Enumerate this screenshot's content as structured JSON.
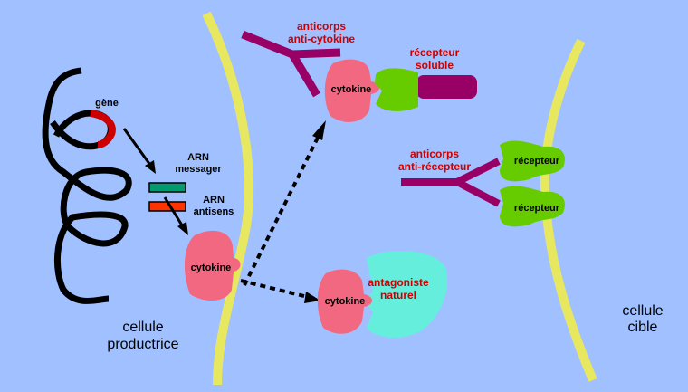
{
  "labels": {
    "gene": "gène",
    "mrna": [
      "ARN",
      "messager"
    ],
    "antisense": [
      "ARN",
      "antisens"
    ],
    "cytokine_producer": "cytokine",
    "cytokine_top": "cytokine",
    "cytokine_bottom": "cytokine",
    "anti_cytokine_antibody": [
      "anticorps",
      "anti-cytokine"
    ],
    "soluble_receptor": [
      "récepteur",
      "soluble"
    ],
    "anti_receptor_antibody": [
      "anticorps",
      "anti-récepteur"
    ],
    "receptor_1": "récepteur",
    "receptor_2": "récepteur",
    "natural_antagonist": [
      "antagoniste",
      "naturel"
    ],
    "producer_cell": [
      "cellule",
      "productrice"
    ],
    "target_cell": [
      "cellule",
      "cible"
    ]
  },
  "colors": {
    "background": "#a0c0ff",
    "membrane": "#e8e860",
    "cytokine": "#f26880",
    "receptor": "#66cc00",
    "antibody": "#990066",
    "antagonist": "#66eedd",
    "mrna": "#009970",
    "antisense": "#ff3300",
    "gene": "#cc0000",
    "label_red": "#cc0000"
  }
}
